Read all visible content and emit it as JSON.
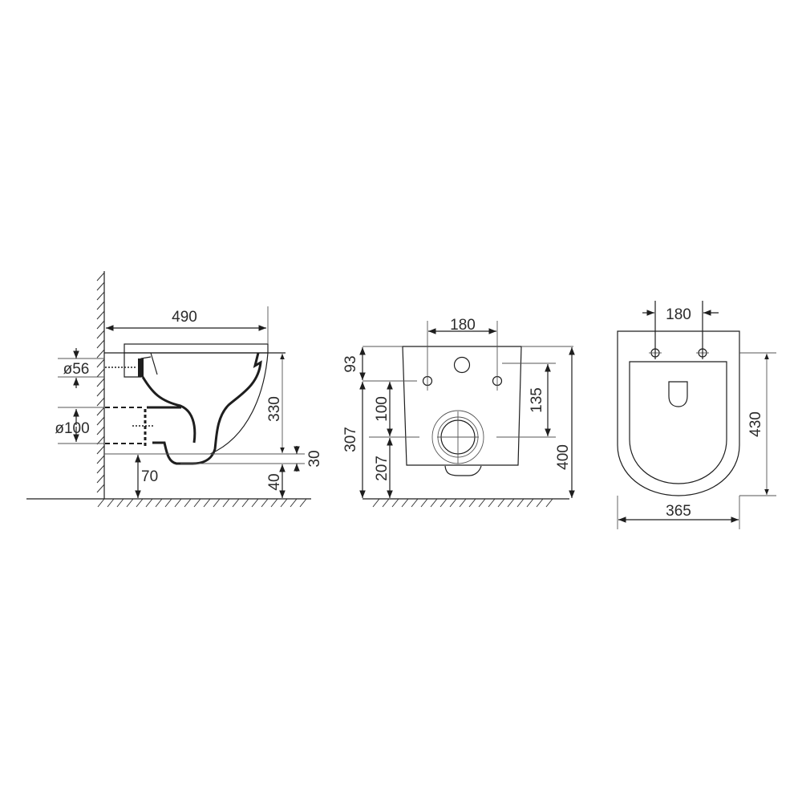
{
  "drawing": {
    "title": "Wall-hung toilet technical drawing",
    "colors": {
      "line": "#1e1e1e",
      "text": "#2b2b2b",
      "background": "#ffffff"
    },
    "side_view": {
      "dimensions": {
        "depth": "490",
        "inlet_diameter": "ø56",
        "outlet_diameter": "ø100",
        "height_rim_to_bottom": "330",
        "bottom_offset": "30",
        "outlet_height_from_floor": "70",
        "bottom_clearance": "40"
      }
    },
    "back_view": {
      "dimensions": {
        "bolt_spacing": "180",
        "top_to_bolts": "93",
        "bolts_to_outlet": "100",
        "bolts_height": "307",
        "outlet_height": "207",
        "inlet_to_outlet": "135",
        "total_height": "400"
      }
    },
    "top_view": {
      "dimensions": {
        "bolt_spacing": "180",
        "length": "430",
        "width": "365"
      }
    }
  }
}
